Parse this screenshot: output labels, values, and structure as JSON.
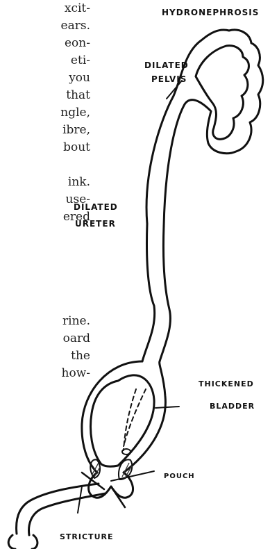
{
  "body_text_lines": [
    "xcit-",
    "ears.",
    "eon-",
    "eti-",
    "you",
    "that",
    "ngle,",
    "ibre,",
    "bout",
    "",
    "ink.",
    "use-",
    "ered",
    "",
    "",
    "",
    "",
    "rine.",
    "oard",
    "the",
    "how-"
  ],
  "labels": {
    "hydronephrosis": "HYDRONEPHROSIS",
    "dilated_pelvis_1": "DILATED",
    "dilated_pelvis_2": "PELVIS",
    "dilated_ureter_1": "DILATED",
    "dilated_ureter_2": "URETER",
    "thickened_bladder_1": "THICKENED",
    "thickened_bladder_2": "BLADDER",
    "pouch": "POUCH",
    "stricture": "STRICTURE"
  }
}
